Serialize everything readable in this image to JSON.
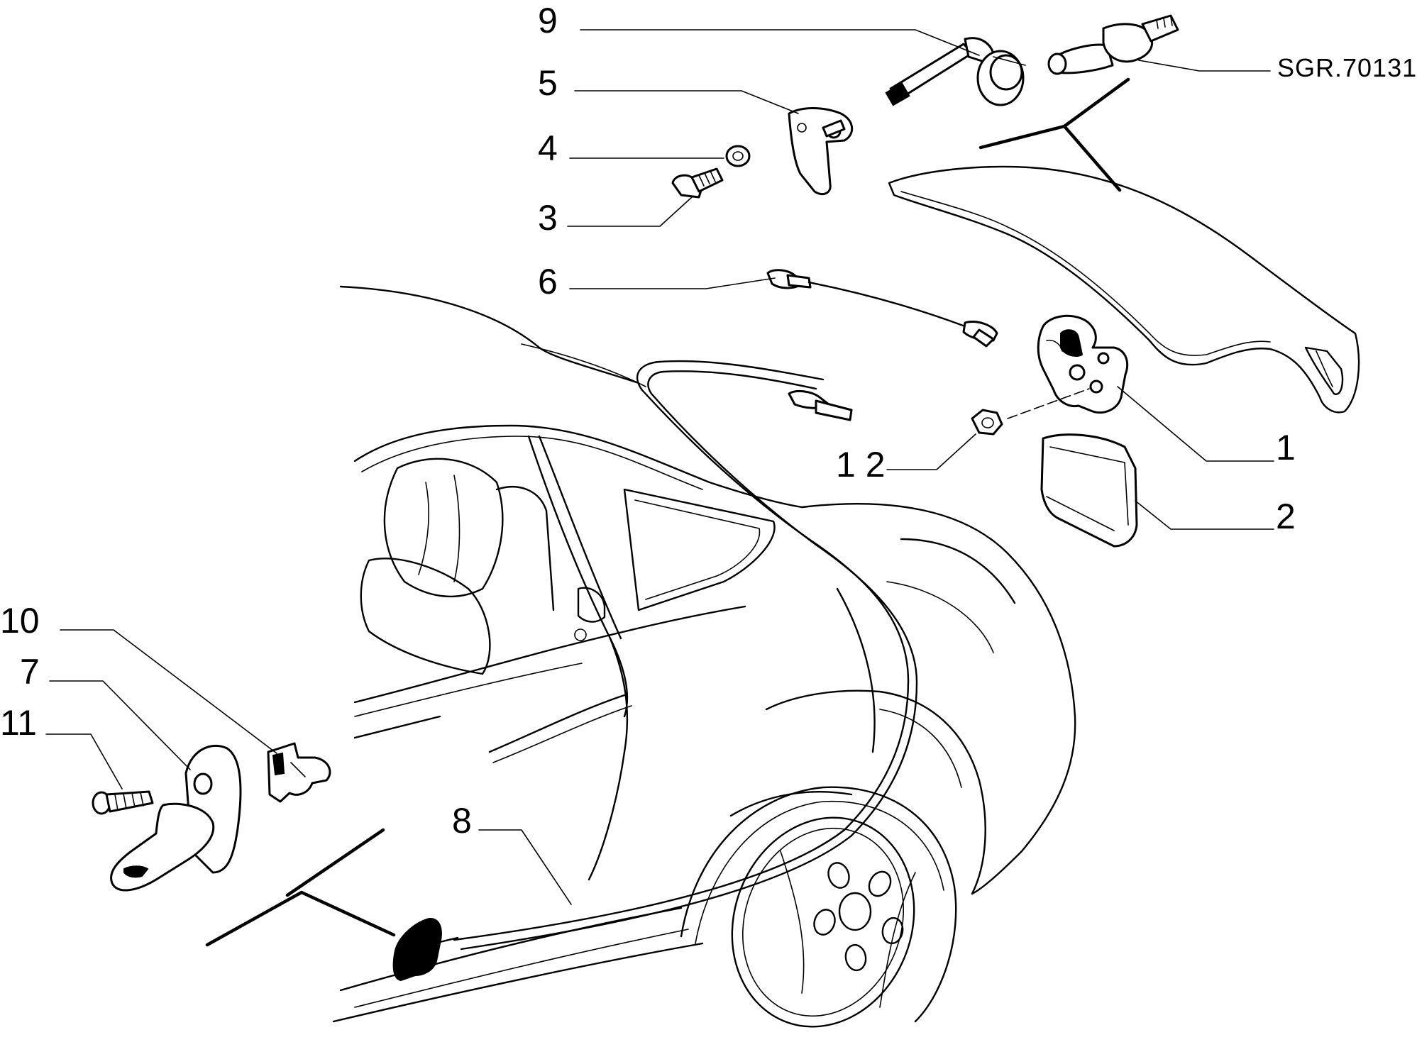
{
  "diagram": {
    "reference_code": "SGR.70131",
    "callouts": [
      {
        "id": "9",
        "label": "9"
      },
      {
        "id": "5",
        "label": "5"
      },
      {
        "id": "4",
        "label": "4"
      },
      {
        "id": "3",
        "label": "3"
      },
      {
        "id": "6",
        "label": "6"
      },
      {
        "id": "12",
        "label": "1 2"
      },
      {
        "id": "1",
        "label": "1"
      },
      {
        "id": "2",
        "label": "2"
      },
      {
        "id": "10",
        "label": "10"
      },
      {
        "id": "7",
        "label": "7"
      },
      {
        "id": "11",
        "label": "11"
      },
      {
        "id": "8",
        "label": "8"
      }
    ]
  }
}
